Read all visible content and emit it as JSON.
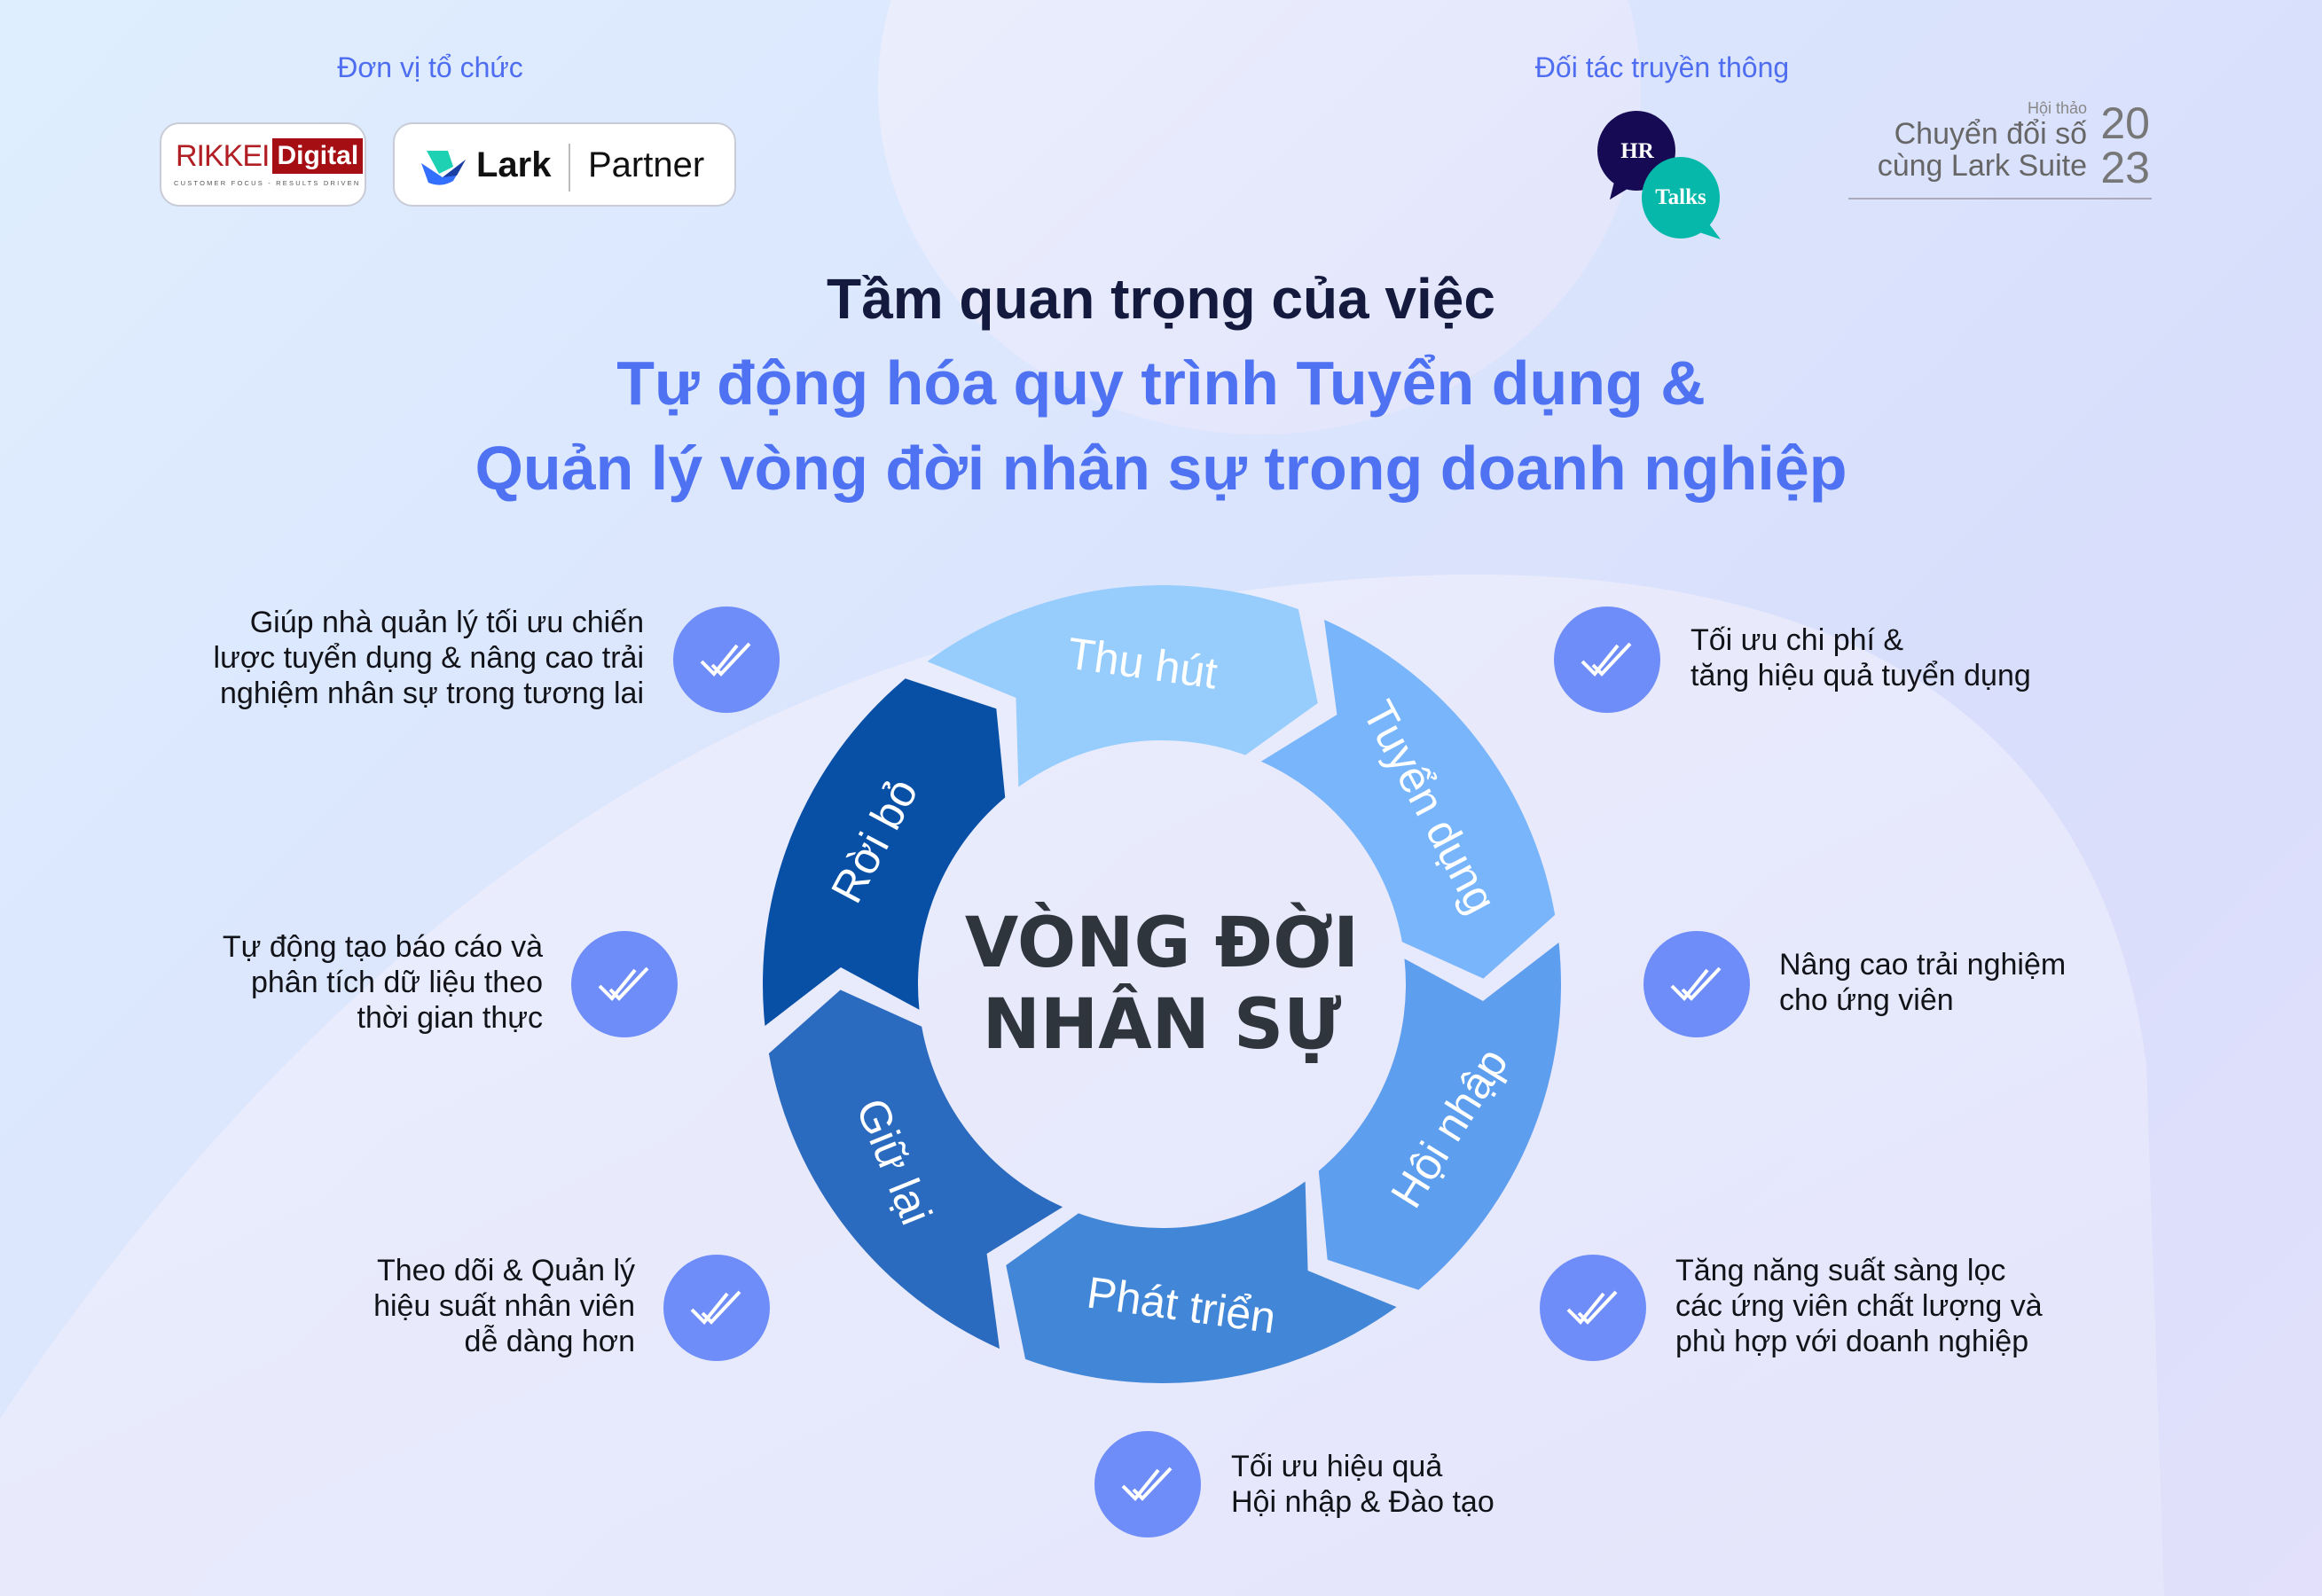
{
  "header": {
    "organizer_label": "Đơn vị tổ chức",
    "media_partner_label": "Đối tác truyền thông",
    "organizer_logos": [
      {
        "name": "Rikkei Digital",
        "wordmark_left": "RIKKEI",
        "wordmark_right": "Digital",
        "tagline": "CUSTOMER FOCUS - RESULTS DRIVEN"
      },
      {
        "name": "Lark Partner",
        "brand": "Lark",
        "suffix": "Partner"
      }
    ],
    "media_partner_logo": {
      "top_bubble": "HR",
      "bottom_bubble": "Talks",
      "top_color": "#170A55",
      "bottom_color": "#05B8A9"
    },
    "event_logo": {
      "kicker": "Hội thảo",
      "line1": "Chuyển đổi số",
      "line2": "cùng Lark Suite",
      "year_top": "20",
      "year_bottom": "23"
    }
  },
  "title": {
    "line1": "Tầm quan trọng của việc",
    "line2": "Tự động hóa quy trình Tuyển dụng &",
    "line3": "Quản lý vòng đời nhân sự trong doanh nghiệp"
  },
  "wheel": {
    "center_line1": "VÒNG ĐỜI",
    "center_line2": "NHÂN SỰ",
    "segments": [
      {
        "label": "Thu hút",
        "color": "#96CDFD"
      },
      {
        "label": "Tuyển dụng",
        "color": "#78B5FB"
      },
      {
        "label": "Hội nhập",
        "color": "#5E9EEE"
      },
      {
        "label": "Phát triển",
        "color": "#4286D7"
      },
      {
        "label": "Giữ lại",
        "color": "#2A6ABF"
      },
      {
        "label": "Rời bỏ",
        "color": "#0850A6"
      }
    ]
  },
  "benefits": {
    "left": [
      {
        "lines": [
          "Giúp nhà quản lý tối ưu chiến",
          "lược tuyển dụng & nâng cao trải",
          "nghiệm nhân sự trong tương lai"
        ]
      },
      {
        "lines": [
          "Tự động tạo báo cáo và",
          "phân tích dữ liệu theo",
          "thời gian thực"
        ]
      },
      {
        "lines": [
          "Theo dõi & Quản lý",
          "hiệu suất nhân viên",
          "dễ dàng hơn"
        ]
      }
    ],
    "right": [
      {
        "lines": [
          "Tối ưu chi phí &",
          "tăng hiệu quả tuyển dụng"
        ]
      },
      {
        "lines": [
          "Nâng cao trải nghiệm",
          "cho ứng viên"
        ]
      },
      {
        "lines": [
          "Tăng năng suất sàng lọc",
          "các ứng viên chất lượng và",
          "phù hợp với doanh nghiệp"
        ]
      }
    ],
    "bottom": {
      "lines": [
        "Tối ưu hiệu quả",
        "Hội nhập & Đào tạo"
      ]
    }
  },
  "icons": {
    "benefit_icon": "double-check-icon",
    "check_color": "#6F8DF8"
  }
}
